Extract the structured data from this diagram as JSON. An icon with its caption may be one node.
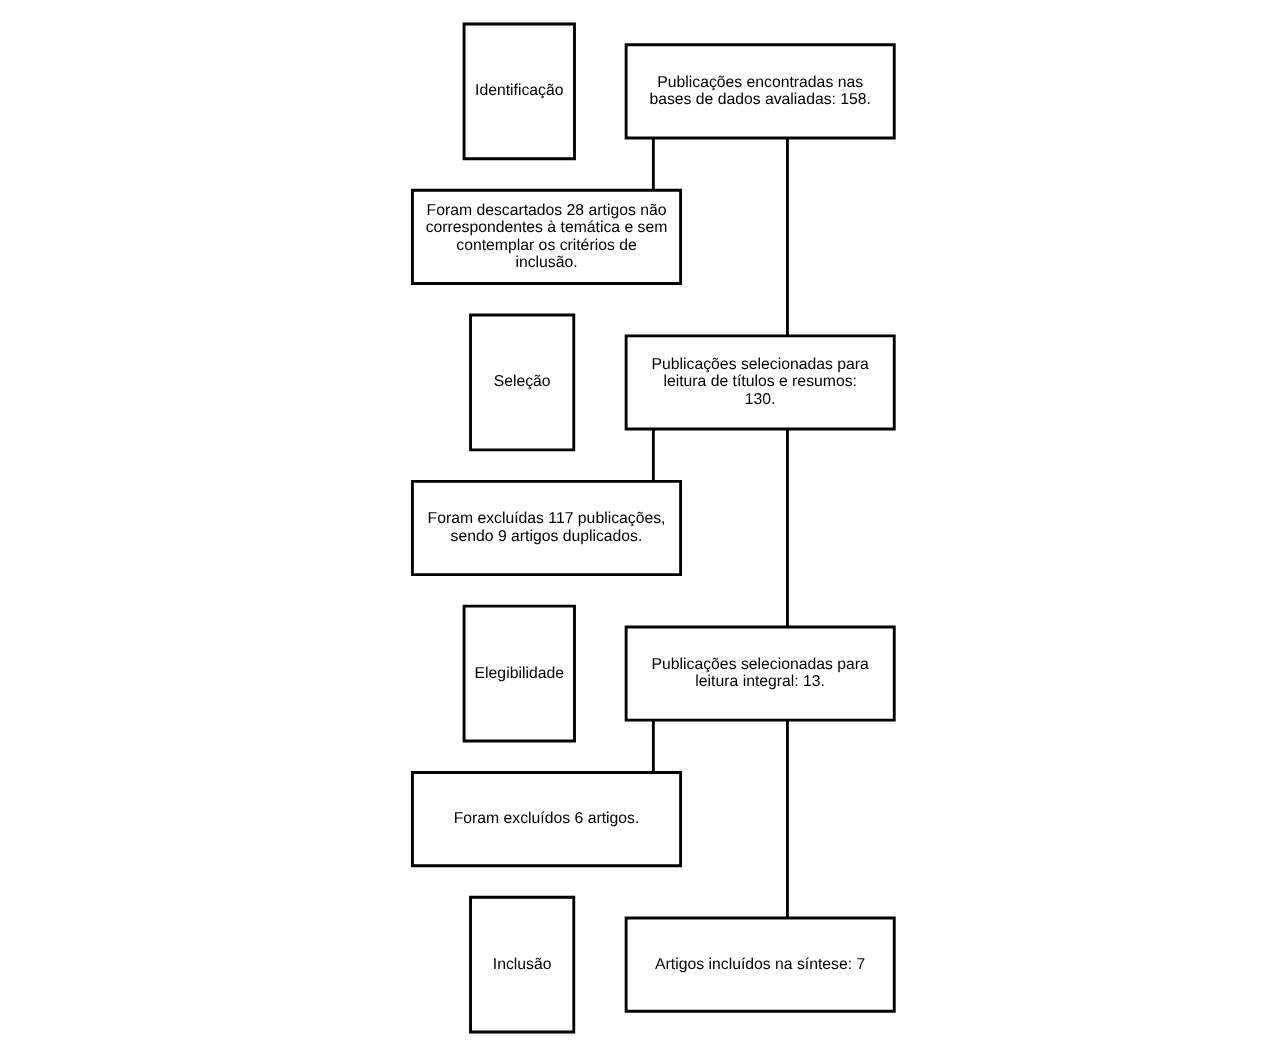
{
  "diagram": {
    "nodes": [
      {
        "text": [
          "Identificação"
        ]
      },
      {
        "text": [
          "Publicações encontradas nas bases de dados avaliadas: 158."
        ]
      },
      {
        "text": [
          "Foram descartados 28 artigos não correspondentes à temática e sem contemplar os critérios de inclusão."
        ]
      },
      {
        "text": [
          "Seleção"
        ]
      },
      {
        "text": [
          "Publicações selecionadas para leitura de títulos e resumos: 130."
        ]
      },
      {
        "text": [
          "Foram excluídas 117 publicações, sendo 9 artigos duplicados."
        ]
      },
      {
        "text": [
          "Elegibilidade"
        ]
      },
      {
        "text": [
          "Publicações selecionadas para leitura integral: 13."
        ]
      },
      {
        "text": [
          "Foram excluídos 6 artigos."
        ]
      },
      {
        "text": [
          "Inclusão"
        ]
      },
      {
        "text": [
          "Artigos incluídos na síntese: 7"
        ]
      }
    ],
    "edges": [
      {
        "from": 1,
        "to": 4,
        "arrow": "none"
      },
      {
        "from": 1,
        "to": 2,
        "arrow": "none"
      },
      {
        "from": 4,
        "to": 7,
        "arrow": "none"
      },
      {
        "from": 4,
        "to": 5,
        "arrow": "none"
      },
      {
        "from": 7,
        "to": 10,
        "arrow": "none"
      },
      {
        "from": 7,
        "to": 8,
        "arrow": "none"
      }
    ]
  }
}
